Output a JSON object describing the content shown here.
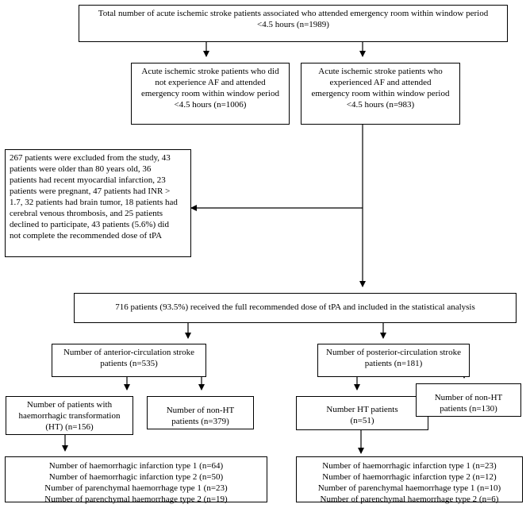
{
  "boxes": {
    "total": "Total number of acute ischemic stroke patients associated who attended emergency room within window period\n<4.5 hours (n=1989)",
    "no_af": "Acute ischemic stroke patients who did\nnot experience AF and attended\nemergency room within window period\n<4.5 hours (n=1006)",
    "af": "Acute ischemic stroke patients who\nexperienced AF and attended\nemergency room within window period\n<4.5 hours (n=983)",
    "excluded": "267 patients were excluded from the study, 43\npatients were older than 80 years old, 36\npatients had recent myocardial infarction, 23\npatients were pregnant,  47 patients had INR >\n1.7, 32 patients had brain tumor, 18 patients had\ncerebral venous thrombosis, and 25 patients\ndeclined to participate, 43 patients (5.6%) did\nnot complete the recommended dose of tPA",
    "full_dose": "716 patients (93.5%) received the full recommended dose of tPA and included in the statistical analysis",
    "anterior": "Number of anterior-circulation stroke\npatients (n=535)",
    "posterior": "Number of posterior-circulation stroke\npatients (n=181)",
    "ant_ht": "Number of patients with\nhaemorrhagic transformation\n(HT) (n=156)",
    "ant_non_ht": "Number of non-HT\npatients (n=379)",
    "post_ht": "Number HT patients\n(n=51)",
    "post_non_ht": "Number of non-HT\npatients (n=130)",
    "ant_types": "Number of haemorrhagic infarction type 1 (n=64)\nNumber of haemorrhagic infarction type 2 (n=50)\nNumber of parenchymal haemorrhage type 1 (n=23)\nNumber of parenchymal haemorrhage type 2 (n=19)",
    "post_types": "Number of haemorrhagic infarction type 1 (n=23)\nNumber of haemorrhagic infarction type 2 (n=12)\nNumber of parenchymal haemorrhage type 1 (n=10)\nNumber of parenchymal haemorrhage type 2 (n=6)"
  }
}
